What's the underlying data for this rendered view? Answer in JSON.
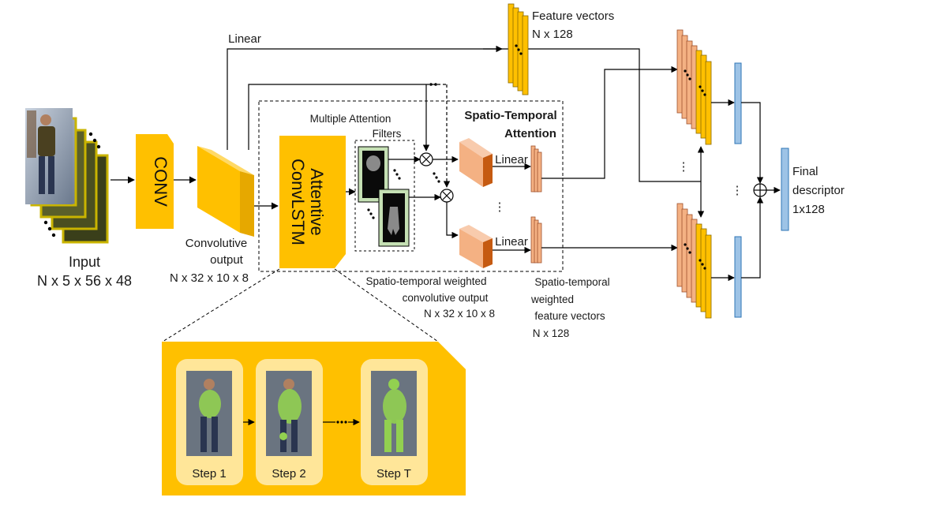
{
  "input": {
    "label": "Input",
    "dims": "N x 5 x 56 x 48"
  },
  "conv": {
    "label": "CONV"
  },
  "conv_out": {
    "line1": "Convolutive",
    "line2": "output",
    "dims": "N x 32 x 10 x 8"
  },
  "convlstm": {
    "line1": "Attentive",
    "line2": "ConvLSTM"
  },
  "attention_box": {
    "title1": "Spatio-Temporal",
    "title2": "Attention"
  },
  "filters": {
    "line1": "Multiple Attention",
    "line2": "Filters"
  },
  "links": {
    "linear_top": "Linear",
    "linear_a": "Linear",
    "linear_b": "Linear"
  },
  "weighted_out": {
    "line1": "Spatio-temporal weighted",
    "line2": "convolutive output",
    "dims": "N x 32 x 10 x 8"
  },
  "weighted_feat": {
    "line1": "Spatio-temporal",
    "line2": "weighted",
    "line3": "feature vectors",
    "dims": "N x 128"
  },
  "feature_vectors": {
    "line1": "Feature vectors",
    "dims": "N x 128"
  },
  "final": {
    "line1": "Final",
    "line2": "descriptor",
    "dims": "1x128"
  },
  "steps": [
    "Step 1",
    "Step 2",
    "Step T"
  ],
  "colors": {
    "gold": "#ffc000",
    "gold_light": "#ffd966",
    "salmon": "#f4b183",
    "salmon_dark": "#c55a11",
    "blue": "#9dc3e6",
    "green_frame": "#c5e0b4",
    "step_bg": "#ffe699"
  }
}
